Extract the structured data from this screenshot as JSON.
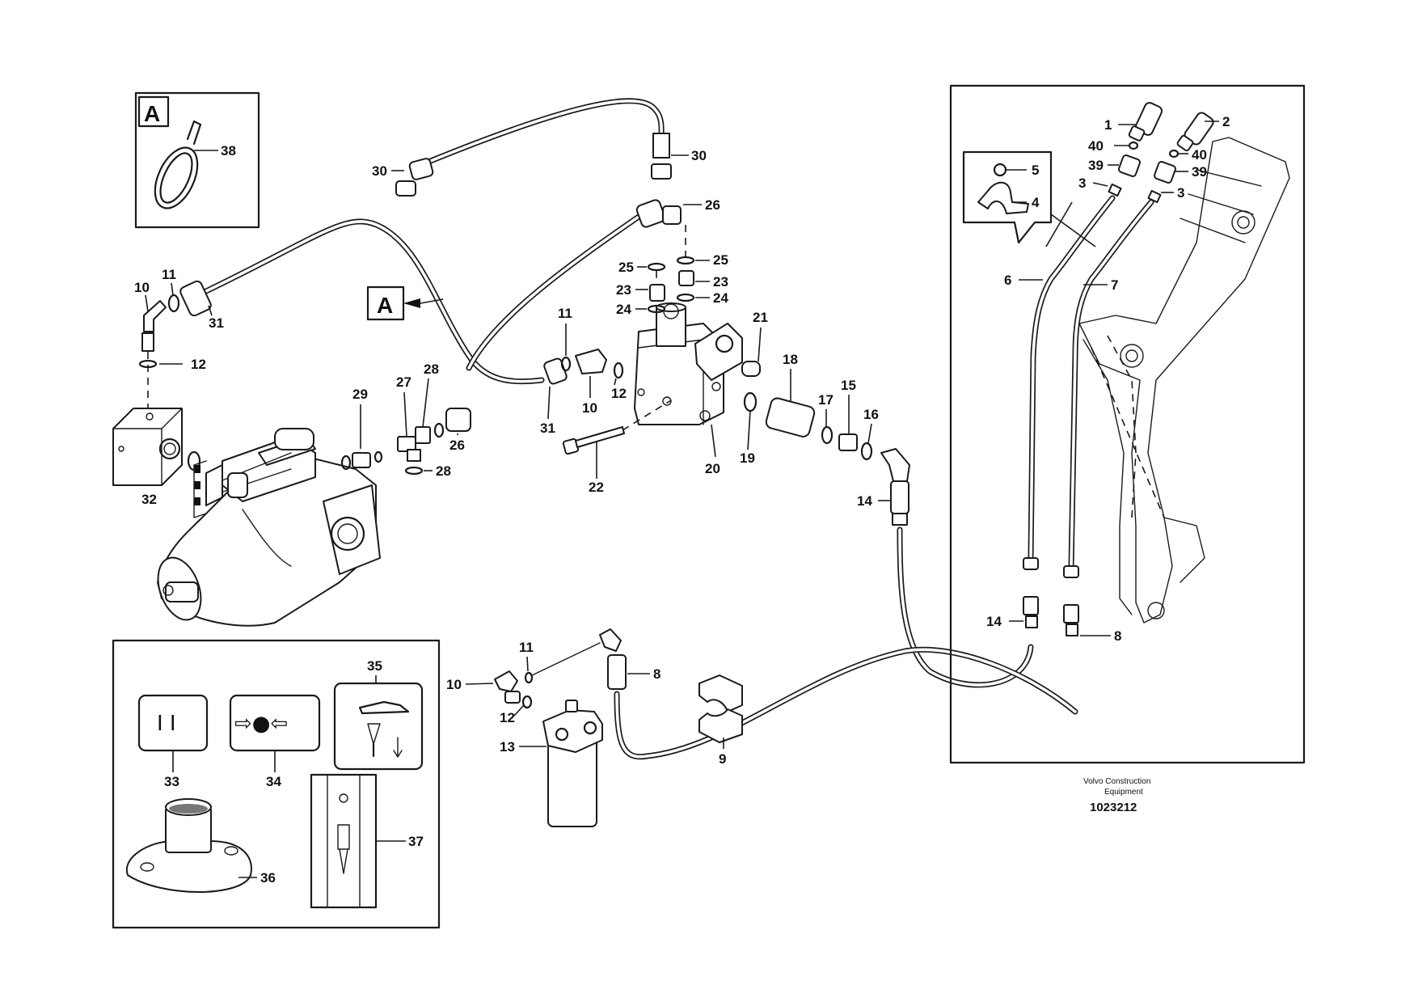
{
  "detail_label": "A",
  "callout_label": "A",
  "part_numbers": {
    "p1": "1",
    "p2": "2",
    "p3a": "3",
    "p3b": "3",
    "p4": "4",
    "p5": "5",
    "p6": "6",
    "p7": "7",
    "p8a": "8",
    "p8b": "8",
    "p9": "9",
    "p10a": "10",
    "p10b": "10",
    "p10c": "10",
    "p11a": "11",
    "p11b": "11",
    "p11c": "11",
    "p12a": "12",
    "p12b": "12",
    "p12c": "12",
    "p13": "13",
    "p14a": "14",
    "p14b": "14",
    "p15": "15",
    "p16": "16",
    "p17": "17",
    "p18": "18",
    "p19": "19",
    "p20": "20",
    "p21": "21",
    "p22": "22",
    "p23a": "23",
    "p23b": "23",
    "p24a": "24",
    "p24b": "24",
    "p25a": "25",
    "p25b": "25",
    "p26a": "26",
    "p26b": "26",
    "p27": "27",
    "p28a": "28",
    "p28b": "28",
    "p29": "29",
    "p30a": "30",
    "p30b": "30",
    "p31a": "31",
    "p31b": "31",
    "p32": "32",
    "p33": "33",
    "p34": "34",
    "p35": "35",
    "p36": "36",
    "p37": "37",
    "p38": "38",
    "p39a": "39",
    "p39b": "39",
    "p40a": "40",
    "p40b": "40"
  },
  "symbols": {
    "pause": "I I",
    "center": "⇨●⇦"
  },
  "footer": {
    "brand_line1": "Volvo Construction",
    "brand_line2": "Equipment",
    "drawing_number": "1023212"
  }
}
